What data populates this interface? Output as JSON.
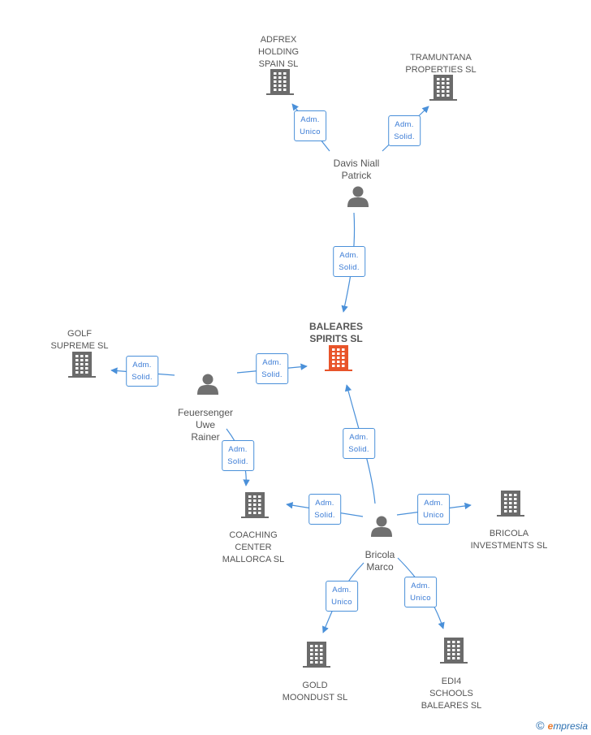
{
  "colors": {
    "building": "#6b6b6b",
    "building_main": "#e8542a",
    "person": "#707070",
    "edge": "#4a90d9",
    "label": "#3a7bd5"
  },
  "companies": [
    {
      "id": "adfrex",
      "name": "ADFREX\nHOLDING\nSPAIN SL",
      "main": false
    },
    {
      "id": "tramuntana",
      "name": "TRAMUNTANA\nPROPERTIES  SL",
      "main": false
    },
    {
      "id": "baleares",
      "name": "BALEARES\nSPIRITS  SL",
      "main": true
    },
    {
      "id": "golf",
      "name": "GOLF\nSUPREME  SL",
      "main": false
    },
    {
      "id": "coaching",
      "name": "COACHING\nCENTER\nMALLORCA SL",
      "main": false
    },
    {
      "id": "bricola_inv",
      "name": "BRICOLA\nINVESTMENTS SL",
      "main": false
    },
    {
      "id": "gold",
      "name": "GOLD\nMOONDUST SL",
      "main": false
    },
    {
      "id": "edi4",
      "name": "EDI4\nSCHOOLS\nBALEARES  SL",
      "main": false
    }
  ],
  "people": [
    {
      "id": "davis",
      "name": "Davis Niall\nPatrick"
    },
    {
      "id": "feuersenger",
      "name": "Feuersenger\nUwe\nRainer"
    },
    {
      "id": "bricola",
      "name": "Bricola\nMarco"
    }
  ],
  "relations": [
    {
      "from": "davis",
      "to": "adfrex",
      "label": "Adm.\nUnico"
    },
    {
      "from": "davis",
      "to": "tramuntana",
      "label": "Adm.\nSolid."
    },
    {
      "from": "davis",
      "to": "baleares",
      "label": "Adm.\nSolid."
    },
    {
      "from": "feuersenger",
      "to": "golf",
      "label": "Adm.\nSolid."
    },
    {
      "from": "feuersenger",
      "to": "baleares",
      "label": "Adm.\nSolid."
    },
    {
      "from": "feuersenger",
      "to": "coaching",
      "label": "Adm.\nSolid."
    },
    {
      "from": "bricola",
      "to": "baleares",
      "label": "Adm.\nSolid."
    },
    {
      "from": "bricola",
      "to": "coaching",
      "label": "Adm.\nSolid."
    },
    {
      "from": "bricola",
      "to": "bricola_inv",
      "label": "Adm.\nUnico"
    },
    {
      "from": "bricola",
      "to": "gold",
      "label": "Adm.\nUnico"
    },
    {
      "from": "bricola",
      "to": "edi4",
      "label": "Adm.\nUnico"
    }
  ],
  "footer": {
    "copyright": "©",
    "brand_first": "e",
    "brand_rest": "mpresia"
  }
}
